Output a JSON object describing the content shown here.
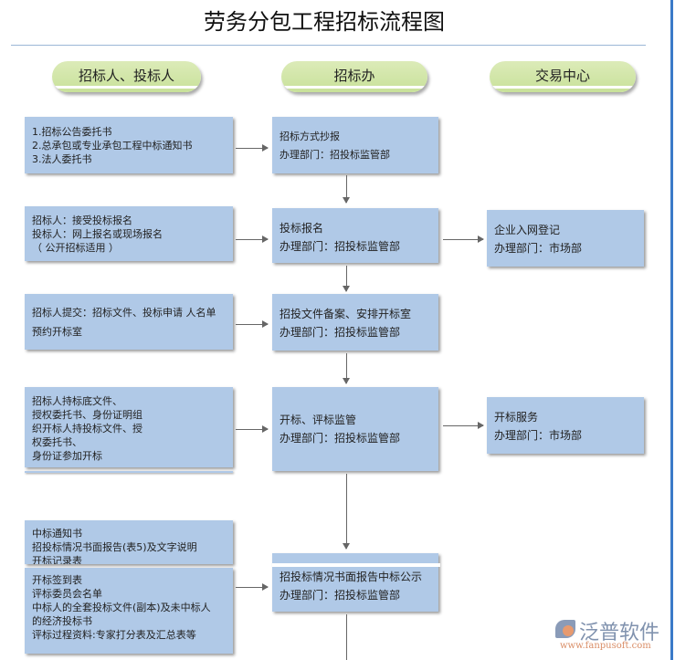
{
  "title": "劳务分包工程招标流程图",
  "columns": [
    "招标人、投标人",
    "招标办",
    "交易中心"
  ],
  "left_boxes": [
    [
      "1.招标公告委托书",
      "2.总承包或专业承包工程中标通知书",
      "3.法人委托书"
    ],
    [
      "招标人：接受投标报名",
      "投标人：网上报名或现场报名",
      "（ 公开招标适用 ）"
    ],
    [
      "招标人提交：招标文件、投标申请 人名单",
      "预约开标室"
    ],
    [
      "招标人持标底文件、",
      "授权委托书、身份证明组",
      "织开标人持投标文件、授",
      "权委托书、",
      "身份证参加开标"
    ],
    [
      "中标通知书",
      "招投标情况书面报告(表5)及文字说明",
      "开标记录表"
    ],
    [
      "开标签到表",
      "评标委员会名单",
      "中标人的全套投标文件(副本)及未中标人",
      "的经济投标书",
      "评标过程资料:专家打分表及汇总表等"
    ]
  ],
  "middle_boxes": [
    [
      "招标方式抄报",
      "办理部门：招投标监管部"
    ],
    [
      "投标报名",
      "办理部门：招投标监管部"
    ],
    [
      "招投文件备案、安排开标室",
      "办理部门：招投标监管部"
    ],
    [
      "开标、评标监管",
      "办理部门：招投标监管部"
    ],
    [
      "招投标情况书面报告中标公示",
      "办理部门：招投标监管部"
    ]
  ],
  "right_boxes": [
    [
      "企业入网登记",
      "办理部门：市场部"
    ],
    [
      "开标服务",
      "办理部门：市场部"
    ]
  ],
  "logo": {
    "name": "泛普软件",
    "url": "www.fanpusoft.com"
  },
  "colors": {
    "box": "#b0c9e7",
    "pill": "#d2e6a8",
    "accent": "#3b7ac8"
  }
}
